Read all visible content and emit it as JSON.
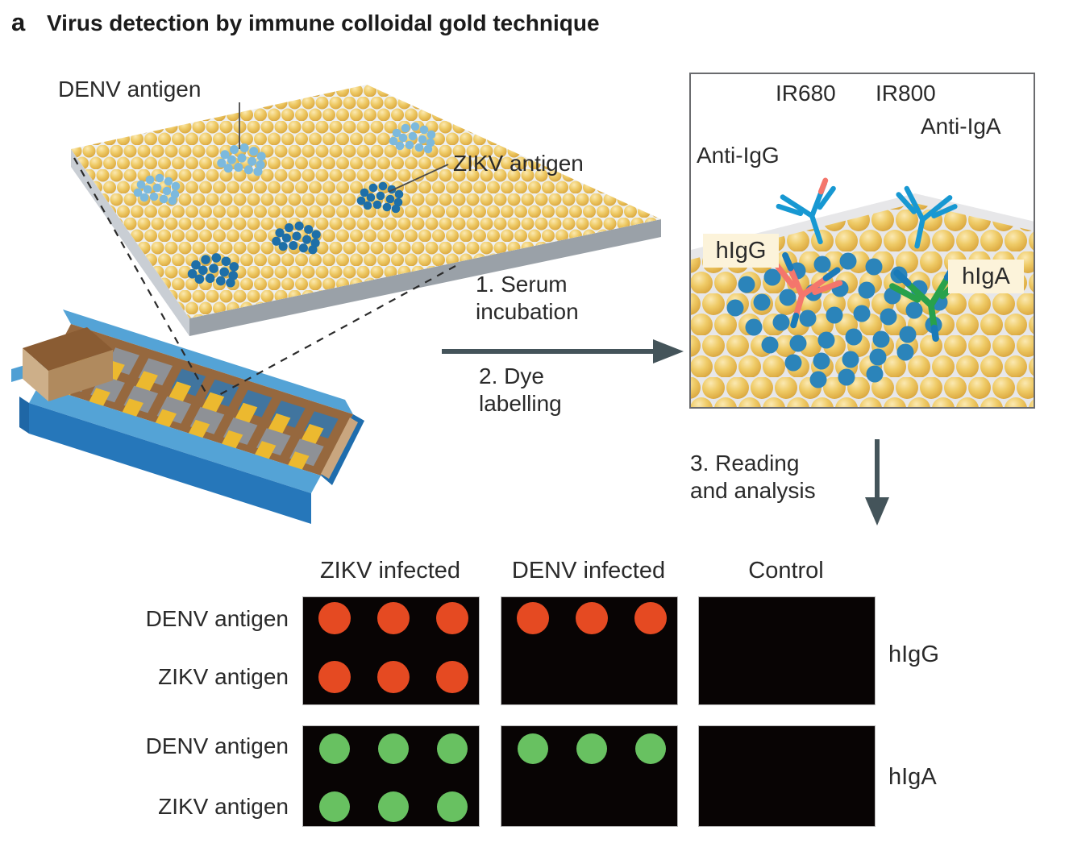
{
  "figure": {
    "panel_letter": "a",
    "title": "Virus detection by immune colloidal gold technique"
  },
  "array": {
    "denv_label": "DENV antigen",
    "zikv_label": "ZIKV antigen",
    "colors": {
      "gold": "#eeca66",
      "denv_antigen_dot": "#7cb9dd",
      "zikv_antigen_dot": "#1e6fa8"
    }
  },
  "steps": {
    "step1": "1. Serum\nincubation",
    "step2": "2. Dye\nlabelling",
    "step3": "3. Reading\nand analysis"
  },
  "detail_box": {
    "ir680": "IR680",
    "ir800": "IR800",
    "anti_igg": "Anti-IgG",
    "anti_iga": "Anti-IgA",
    "higg": "hIgG",
    "higa": "hIgA",
    "colors": {
      "antibody_blue": "#1798d2",
      "antibody_red": "#f4766c",
      "antibody_green": "#28a14c",
      "antigen_dot": "#2b84ba"
    }
  },
  "results": {
    "column_headers": [
      "ZIKV infected",
      "DENV infected",
      "Control"
    ],
    "row_labels": [
      "DENV antigen",
      "ZIKV antigen"
    ],
    "groups": [
      {
        "label": "hIgG",
        "dot_color": "#e54a22",
        "panels": [
          {
            "column": "ZIKV infected",
            "dots_per_row": [
              3,
              3
            ]
          },
          {
            "column": "DENV infected",
            "dots_per_row": [
              3,
              0
            ]
          },
          {
            "column": "Control",
            "dots_per_row": [
              0,
              0
            ]
          }
        ]
      },
      {
        "label": "hIgA",
        "dot_color": "#68c161",
        "panels": [
          {
            "column": "ZIKV infected",
            "dots_per_row": [
              3,
              3
            ]
          },
          {
            "column": "DENV infected",
            "dots_per_row": [
              3,
              0
            ]
          },
          {
            "column": "Control",
            "dots_per_row": [
              0,
              0
            ]
          }
        ]
      }
    ]
  }
}
